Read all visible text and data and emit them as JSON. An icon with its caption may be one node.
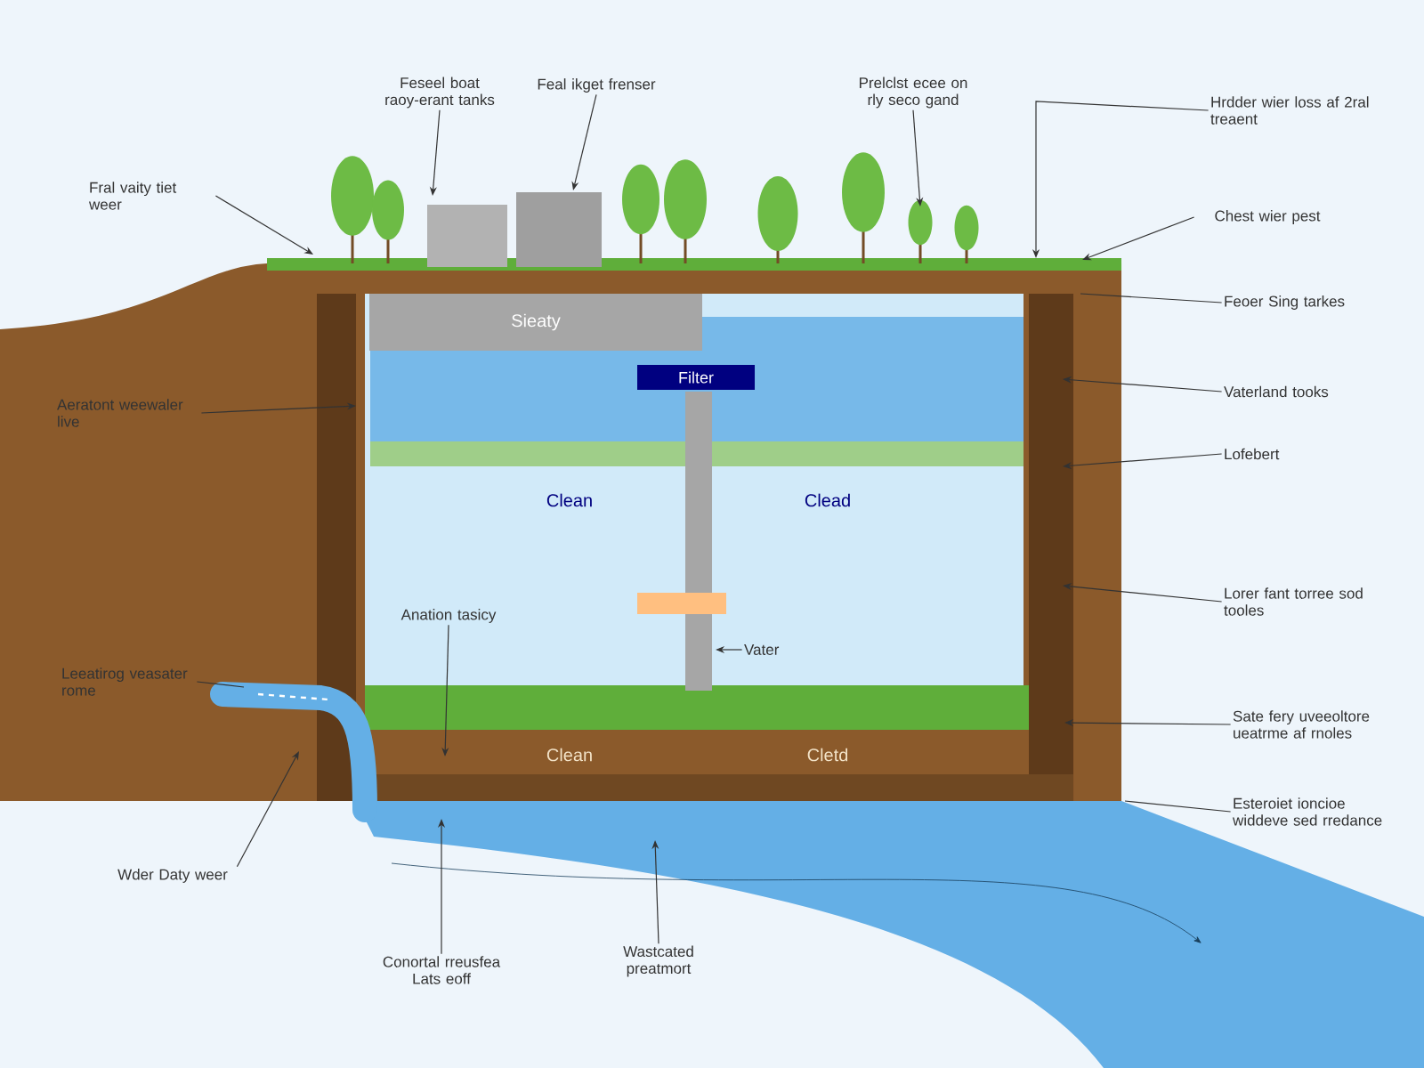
{
  "diagram": {
    "nodes": [
      {
        "text": [
          "Feseel boat raoy-erant tanks"
        ]
      },
      {
        "text": [
          "Feal ikget frenser"
        ]
      },
      {
        "text": [
          "Fral vaity tiet weer"
        ]
      },
      {
        "text": [
          "Prelclst ecee on rly seco gand"
        ]
      },
      {
        "text": [
          "Hrdder wier loss af 2ral treaent"
        ]
      },
      {
        "text": [
          "Chest wier pest"
        ]
      },
      {
        "text": [
          "Feoer Sing tarkes"
        ]
      },
      {
        "text": [
          "Vaterland tooks"
        ]
      },
      {
        "text": [
          "Lofebert"
        ]
      },
      {
        "text": [
          "Lorer fant torree sod tooles"
        ]
      },
      {
        "text": [
          "Sate fery uveeoltore ueatrme af rnoles"
        ]
      },
      {
        "text": [
          "Esteroiet ioncioe widdeve sed rredance"
        ]
      },
      {
        "text": [
          "Aeratont weewaler live"
        ]
      },
      {
        "text": [
          "Leeatirog veasater rome"
        ]
      },
      {
        "text": [
          "Wder Daty weer"
        ]
      },
      {
        "text": [
          "Conortal rreusfea Lats eoff"
        ]
      },
      {
        "text": [
          "Wastcated preatmort"
        ]
      },
      {
        "text": [
          "Anation tasicy"
        ]
      },
      {
        "text": [
          "Vater"
        ]
      },
      {
        "text": [
          "Sieaty"
        ]
      },
      {
        "text": [
          "Filter"
        ]
      }
    ],
    "edges": [
      {
        "from": 0,
        "to": null,
        "arrow": "to"
      },
      {
        "from": 1,
        "to": null,
        "arrow": "to"
      },
      {
        "from": 2,
        "to": null,
        "arrow": "to"
      },
      {
        "from": 3,
        "to": null,
        "arrow": "to"
      },
      {
        "from": 4,
        "to": null,
        "arrow": "to"
      },
      {
        "from": 5,
        "to": null,
        "arrow": "to"
      },
      {
        "from": 6,
        "to": null,
        "arrow": "none"
      },
      {
        "from": 7,
        "to": null,
        "arrow": "to"
      },
      {
        "from": 8,
        "to": null,
        "arrow": "to"
      },
      {
        "from": 9,
        "to": null,
        "arrow": "to"
      },
      {
        "from": 10,
        "to": null,
        "arrow": "to"
      },
      {
        "from": 11,
        "to": null,
        "arrow": "none"
      },
      {
        "from": 12,
        "to": null,
        "arrow": "to"
      },
      {
        "from": 13,
        "to": null,
        "arrow": "none"
      },
      {
        "from": 14,
        "to": null,
        "arrow": "to"
      },
      {
        "from": 15,
        "to": null,
        "arrow": "to"
      },
      {
        "from": 16,
        "to": null,
        "arrow": "to"
      },
      {
        "from": 17,
        "to": null,
        "arrow": "to"
      },
      {
        "from": 18,
        "to": null,
        "arrow": "to"
      }
    ],
    "labels": [
      "Clean",
      "Clead",
      "Clean",
      "Cletd"
    ]
  }
}
